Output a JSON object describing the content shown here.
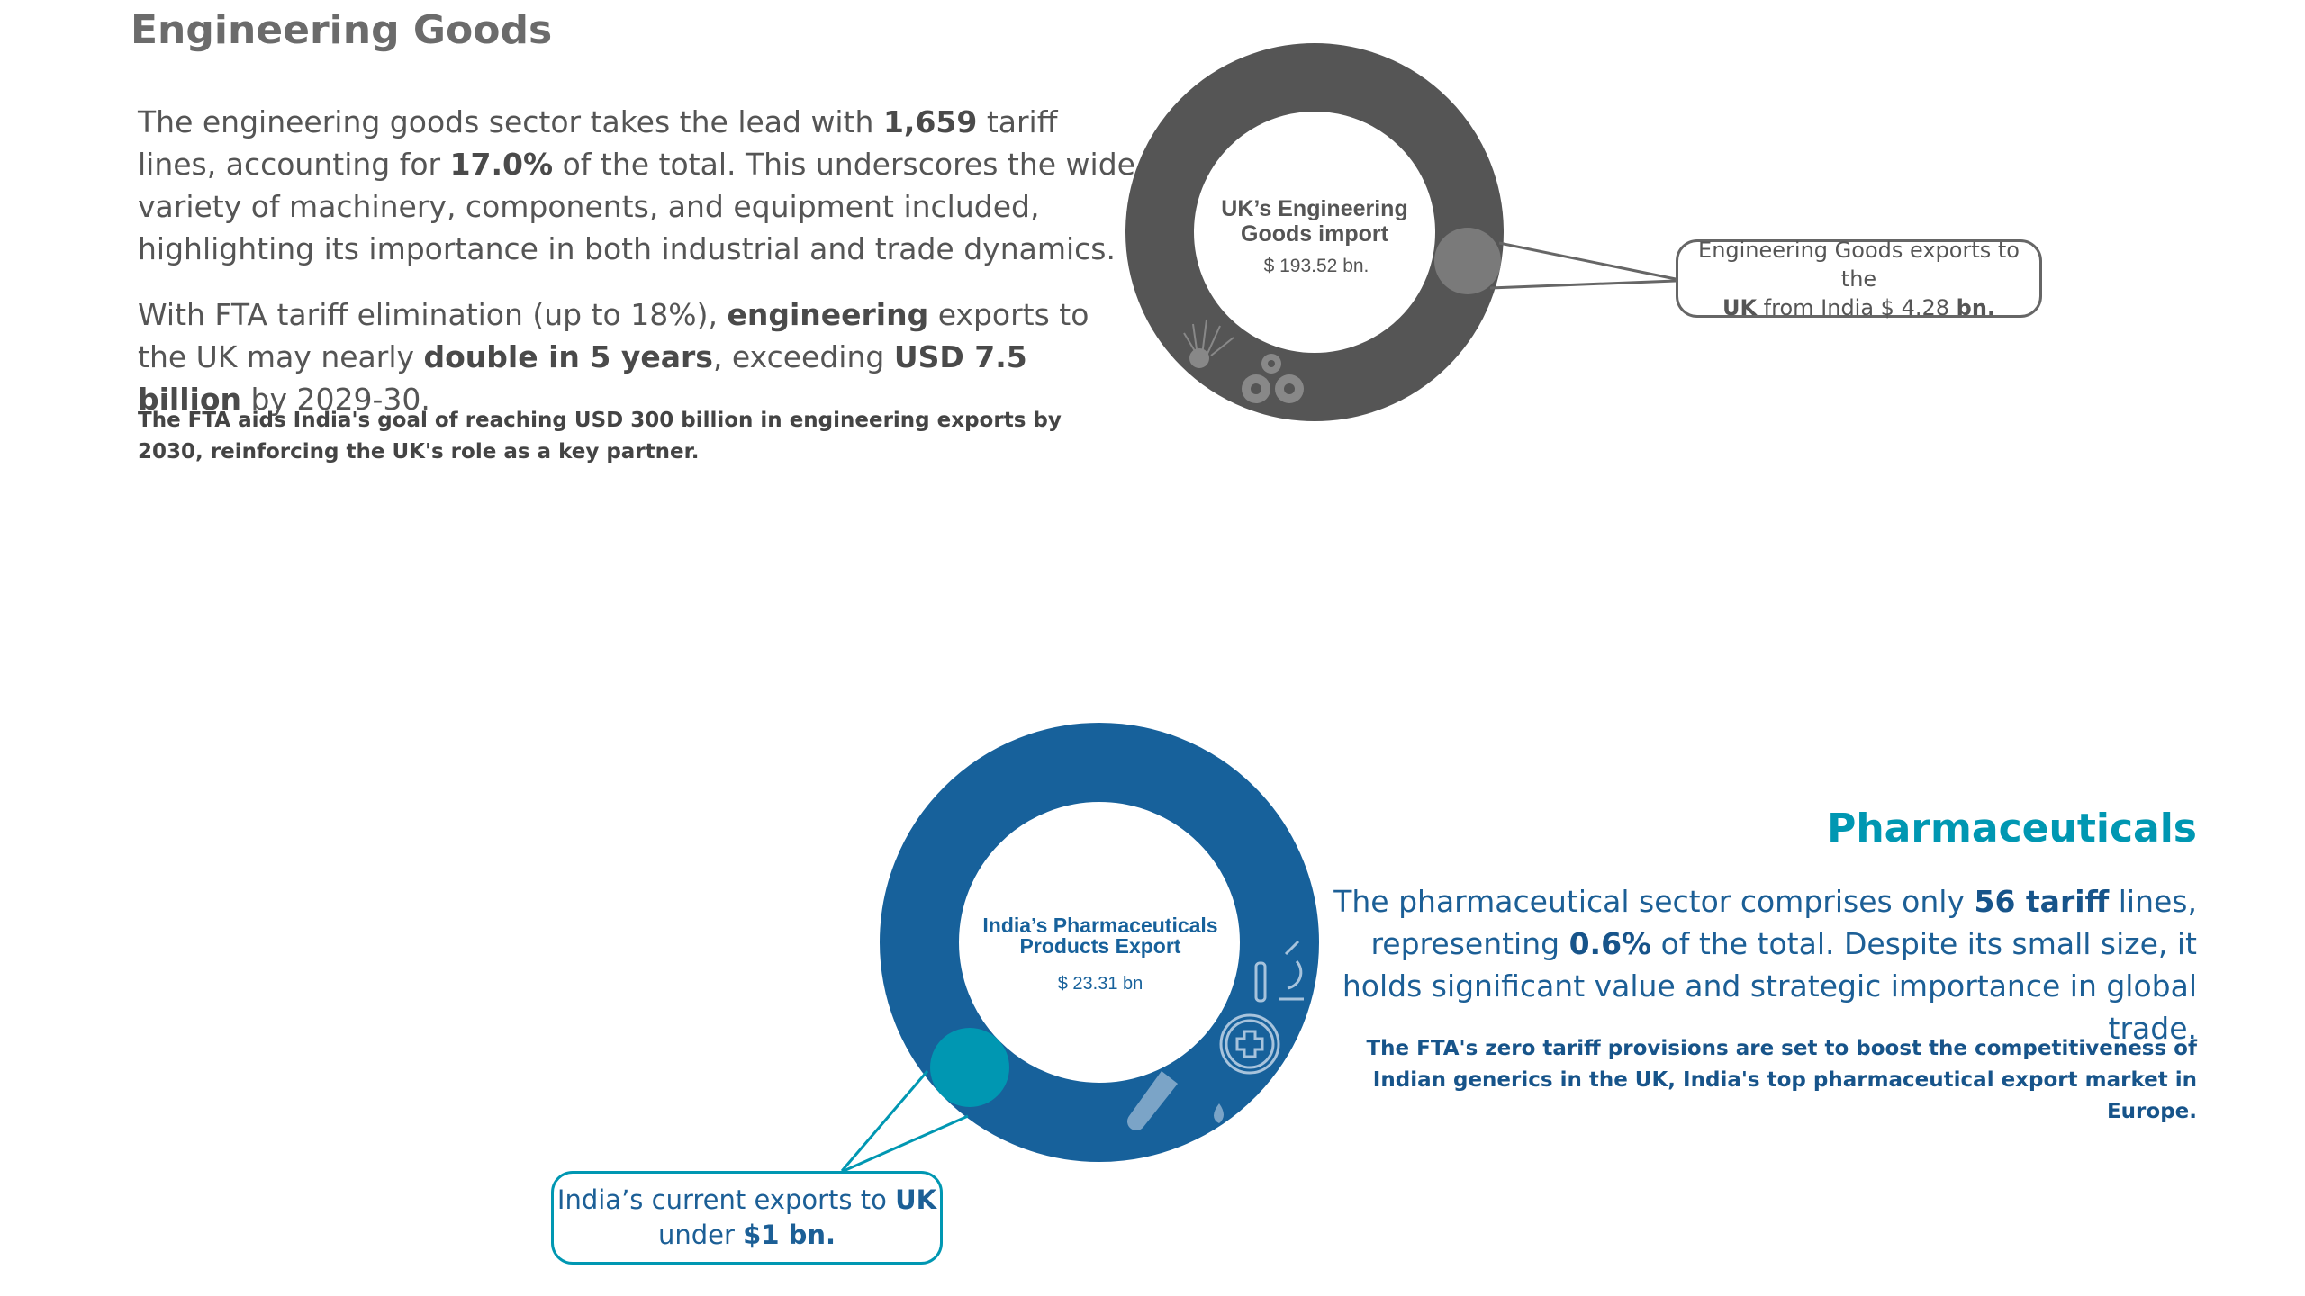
{
  "engineering": {
    "title": "Engineering Goods",
    "p1": {
      "t1": "The engineering goods sector takes the lead with ",
      "b1": "1,659",
      "t2": " tariff lines, accounting for ",
      "b2": "17.0%",
      "t3": " of the total. This underscores the wide variety of machinery, components, and equipment included, highlighting its importance in both industrial and trade dynamics."
    },
    "p2": {
      "t1": "With FTA tariff elimination (up to 18%), ",
      "b1": "engineering",
      "t2": " exports to the UK may nearly ",
      "b2": "double in 5 years",
      "t3": ", exceeding ",
      "b3": "USD 7.5 billion",
      "t4": " by 2029-30."
    },
    "note": "The FTA aids India's goal of reaching USD 300 billion in engineering exports by 2030, reinforcing the UK's role as a key partner.",
    "donut": {
      "title_line1": "UK’s Engineering",
      "title_line2": "Goods import",
      "value": "$ 193.52 bn.",
      "ring_color": "#555555",
      "marker_color": "#7a7a7a"
    },
    "callout": {
      "line1": "Engineering Goods exports to the",
      "b1": "UK",
      "t2": " from India $ 4.28 ",
      "b2": "bn."
    }
  },
  "pharma": {
    "title": "Pharmaceuticals",
    "p1": {
      "t1": "The pharmaceutical sector comprises only ",
      "b1": "56 tariff",
      "t2": " lines, representing ",
      "b2": "0.6%",
      "t3": " of the total. Despite its small size, it holds significant value and strategic importance in global trade."
    },
    "note": "The FTA's zero tariff provisions are set to boost the competitiveness of Indian generics in the UK, India's top pharmaceutical export market in Europe.",
    "donut": {
      "title_line1": "India’s Pharmaceuticals",
      "title_line2": "Products Export",
      "value": "$ 23.31 bn",
      "ring_color": "#17619b",
      "marker_color": "#0097b2"
    },
    "callout": {
      "t1": "India’s current exports to ",
      "b1": "UK",
      "t2": "under ",
      "b2": "$1 bn."
    }
  }
}
